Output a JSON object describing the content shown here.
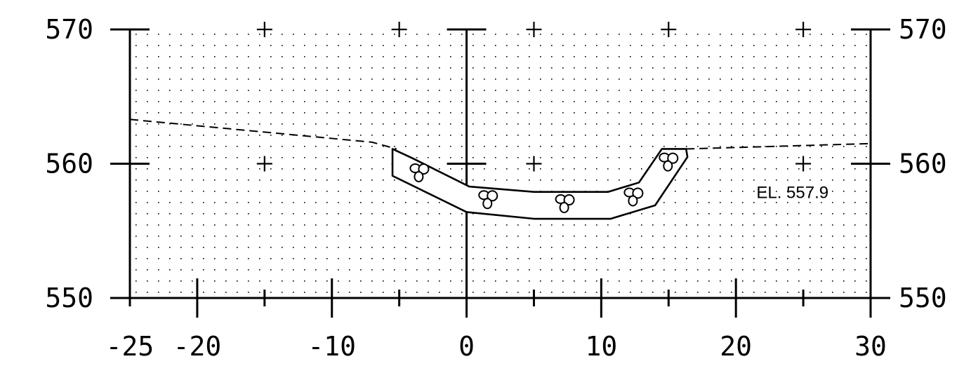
{
  "colors": {
    "line": "#000000",
    "background": "#ffffff",
    "grid_dots": "#000000"
  },
  "chart_data": {
    "type": "cross-section",
    "xlim": [
      -25,
      30
    ],
    "ylim": [
      550,
      570
    ],
    "x_ticks": [
      -25,
      -20,
      -10,
      0,
      10,
      20,
      30
    ],
    "x_tick_labels": [
      "-25",
      "-20",
      "-10",
      "0",
      "10",
      "20",
      "30"
    ],
    "y_ticks": [
      550,
      560,
      570
    ],
    "y_tick_labels_left": [
      "550",
      "560",
      "570"
    ],
    "y_tick_labels_right": [
      "550",
      "560",
      "570"
    ],
    "grid_crosses_x": [
      -15,
      -5,
      5,
      15,
      25
    ],
    "grid_crosses_y": [
      560,
      570
    ],
    "ground_line_dashed": [
      [
        -25,
        563.3
      ],
      [
        -7,
        561.6
      ],
      [
        -5.2,
        561.1
      ]
    ],
    "ground_line_dashed_right": [
      [
        16.3,
        561.1
      ],
      [
        30,
        561.5
      ]
    ],
    "channel_outer": [
      [
        -5.5,
        559.1
      ],
      [
        0,
        556.4
      ],
      [
        5,
        555.9
      ],
      [
        10.7,
        555.9
      ],
      [
        14,
        556.9
      ],
      [
        16.4,
        560.5
      ],
      [
        16.3,
        561.1
      ],
      [
        14.5,
        561.1
      ],
      [
        12.8,
        558.6
      ],
      [
        10.5,
        557.9
      ],
      [
        5,
        557.9
      ],
      [
        0.2,
        558.3
      ],
      [
        -4,
        560.4
      ],
      [
        -5.5,
        561.1
      ]
    ],
    "riprap_symbols_x": [
      -3.5,
      1.6,
      7.3,
      12.4,
      15
    ],
    "riprap_symbols_y": [
      559.4,
      557.4,
      557.1,
      557.6,
      560.2
    ],
    "annotation": "EL. 557.9",
    "annotation_pos": [
      24.2,
      557.9
    ]
  }
}
